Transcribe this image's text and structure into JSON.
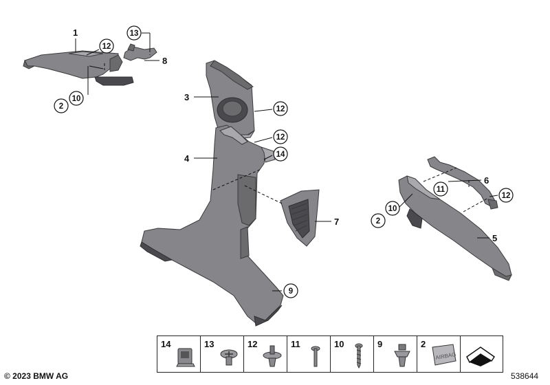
{
  "callouts": {
    "c1": "1",
    "c2a": "2",
    "c10a": "10",
    "c12a": "12",
    "c13": "13",
    "c8": "8",
    "c3": "3",
    "c12b": "12",
    "c12c": "12",
    "c4": "4",
    "c14": "14",
    "c7": "7",
    "c9": "9",
    "c6": "6",
    "c11": "11",
    "c12d": "12",
    "c2b": "2",
    "c10b": "10",
    "c5": "5"
  },
  "legend": {
    "items": [
      {
        "num": "14",
        "icon": "retainer-clip-icon"
      },
      {
        "num": "13",
        "icon": "screw-head-icon"
      },
      {
        "num": "12",
        "icon": "push-rivet-icon"
      },
      {
        "num": "11",
        "icon": "blind-rivet-icon"
      },
      {
        "num": "10",
        "icon": "long-screw-icon"
      },
      {
        "num": "9",
        "icon": "expanding-clip-icon"
      },
      {
        "num": "2",
        "icon": "airbag-badge-icon"
      },
      {
        "num": "",
        "icon": "trim-panel-arrow-icon"
      }
    ],
    "badge_text": "AIRBAG"
  },
  "footer": {
    "copyright": "© 2023 BMW AG",
    "diagram_id": "538644"
  },
  "colors": {
    "part_dark": "#6b6b6e",
    "part_mid": "#85858a",
    "part_light": "#a9a9ad",
    "line": "#111111"
  }
}
